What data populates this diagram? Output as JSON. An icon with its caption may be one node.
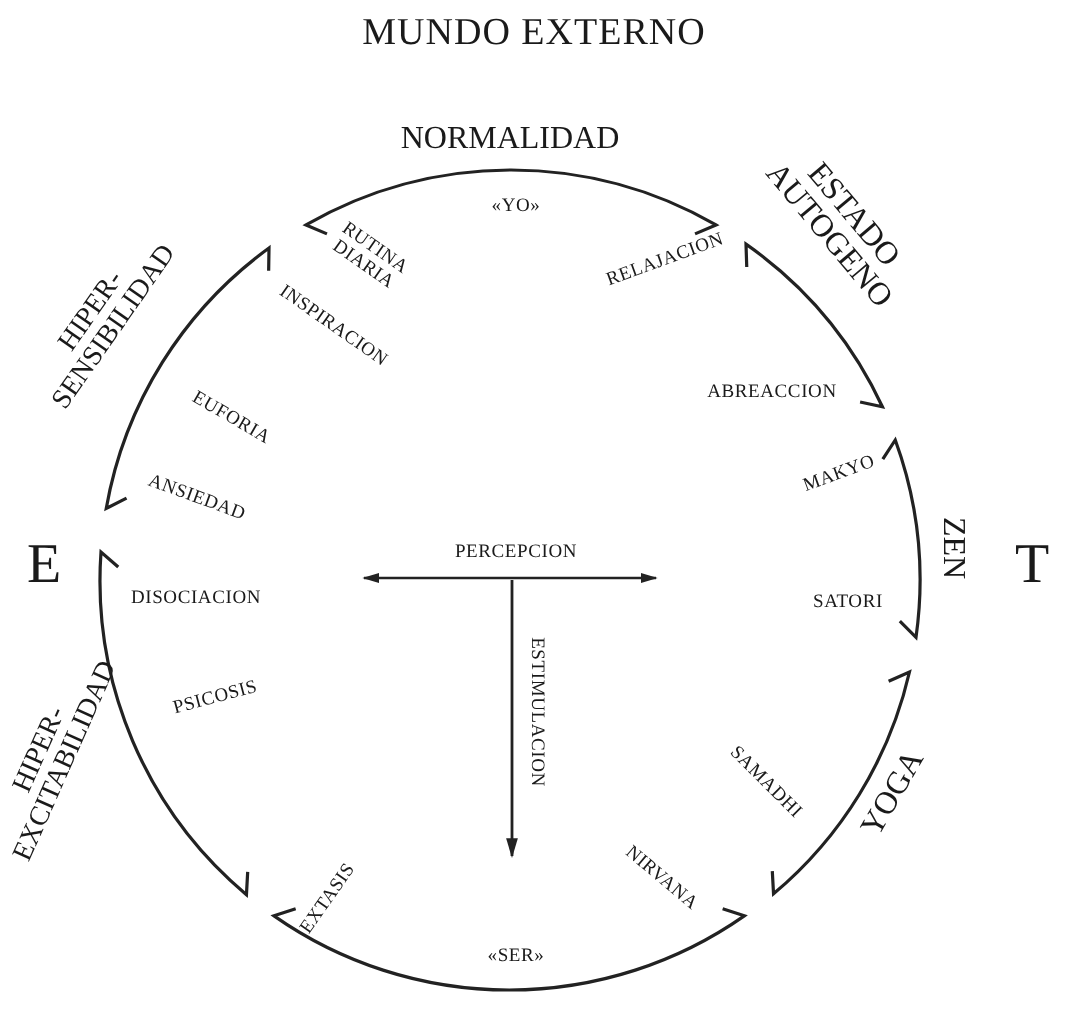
{
  "diagram": {
    "title": "MUNDO EXTERNO",
    "nodes": [
      {
        "text": [
          "NORMALIDAD",
          "RUTINA DIARIA",
          "«YO»",
          "RELAJACION"
        ]
      },
      {
        "text": [
          "HIPER- SENSIBILIDAD",
          "INSPIRACION",
          "EUFORIA",
          "ANSIEDAD"
        ]
      },
      {
        "text": [
          "ESTADO AUTOGENO",
          "ABREACCION"
        ]
      },
      {
        "text": [
          "ZEN",
          "MAKYO",
          "SATORI"
        ]
      },
      {
        "text": [
          "HIPER- EXCITABILIDAD",
          "DISOCIACION",
          "PSICOSIS"
        ]
      },
      {
        "text": [
          "YOGA",
          "SAMADHI"
        ]
      },
      {
        "text": [
          "EXTASIS",
          "«SER»",
          "NIRVANA"
        ]
      }
    ],
    "labels": [
      "E",
      "PERCEPCION",
      "T",
      "ESTIMULACION"
    ]
  }
}
